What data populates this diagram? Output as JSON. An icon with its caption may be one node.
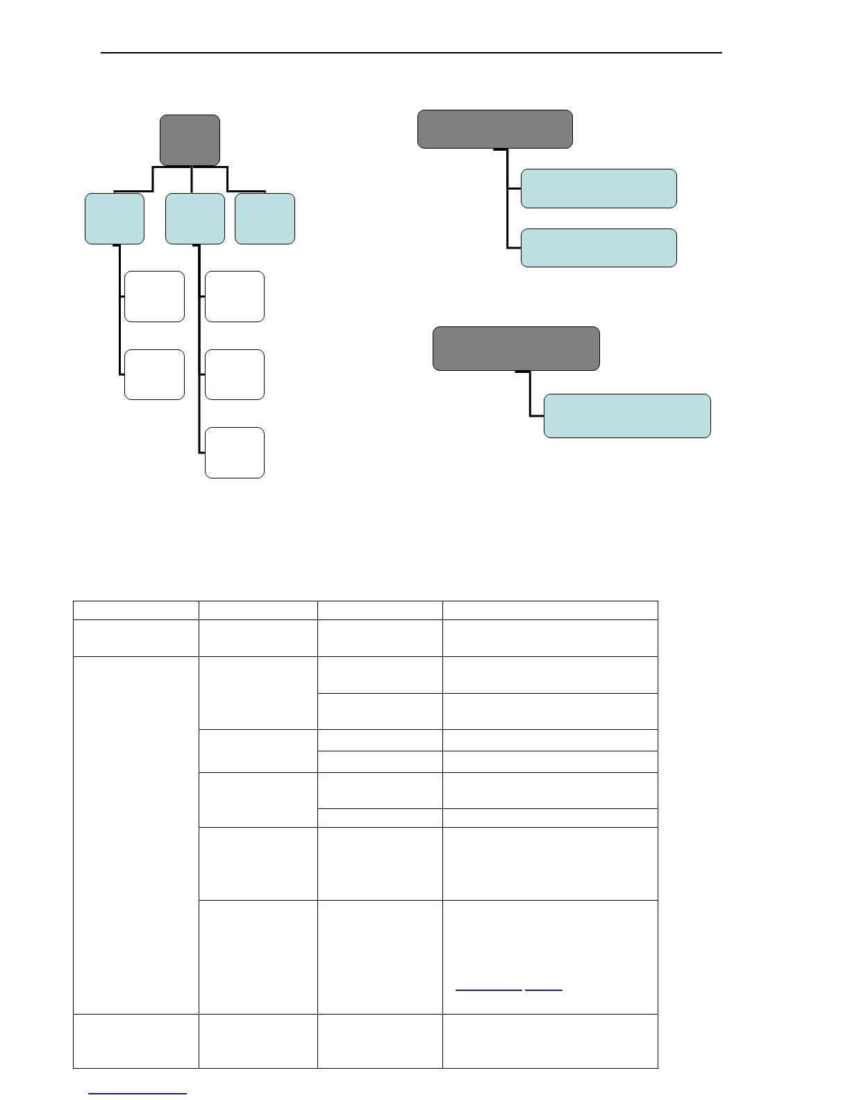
{
  "diagram": {
    "nodes": [
      {
        "text": [],
        "shape": "box"
      },
      {
        "text": [],
        "shape": "box"
      },
      {
        "text": [],
        "shape": "box"
      },
      {
        "text": [],
        "shape": "box"
      },
      {
        "text": [],
        "shape": "box"
      },
      {
        "text": [],
        "shape": "box"
      },
      {
        "text": [],
        "shape": "box"
      },
      {
        "text": [],
        "shape": "box"
      },
      {
        "text": [],
        "shape": "box"
      },
      {
        "text": [],
        "shape": "box"
      },
      {
        "text": [],
        "shape": "box"
      },
      {
        "text": [],
        "shape": "box"
      },
      {
        "text": [],
        "shape": "box"
      },
      {
        "text": [],
        "shape": "box"
      }
    ],
    "edges": [
      {
        "from": 0,
        "to": 1,
        "arrow": "none"
      },
      {
        "from": 0,
        "to": 2,
        "arrow": "none"
      },
      {
        "from": 0,
        "to": 3,
        "arrow": "none"
      },
      {
        "from": 1,
        "to": 4,
        "arrow": "none"
      },
      {
        "from": 1,
        "to": 5,
        "arrow": "none"
      },
      {
        "from": 2,
        "to": 6,
        "arrow": "none"
      },
      {
        "from": 2,
        "to": 7,
        "arrow": "none"
      },
      {
        "from": 2,
        "to": 8,
        "arrow": "none"
      },
      {
        "from": 9,
        "to": 10,
        "arrow": "none"
      },
      {
        "from": 9,
        "to": 11,
        "arrow": "none"
      },
      {
        "from": 12,
        "to": 13,
        "arrow": "none"
      }
    ]
  }
}
